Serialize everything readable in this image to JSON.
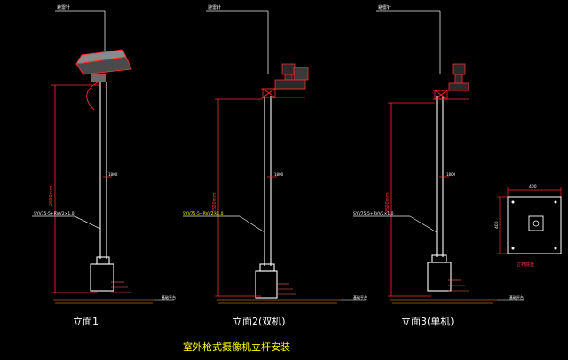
{
  "elevations": [
    {
      "caption": "立面1",
      "top_label": "避雷针",
      "height_label": "2500mm",
      "dim_label": "1800",
      "cable_label": "SYV75-5+RVV2×1.0",
      "cable_label_color": "#ffffff",
      "ground_label": "基础平台"
    },
    {
      "caption": "立面2(双机)",
      "top_label": "避雷针",
      "height_label": "2500mm",
      "dim_label": "1800",
      "cable_label": "SYV75-5+RVV2×1.0",
      "cable_label_color": "#ffff00",
      "ground_label": "基础平台"
    },
    {
      "caption": "立面3(单机)",
      "top_label": "避雷针",
      "height_label": "2500mm",
      "dim_label": "1800",
      "cable_label": "SYV75-5+RVV2×1.0",
      "cable_label_color": "#ffffff",
      "ground_label": "基础平台"
    }
  ],
  "base_plate": {
    "width_label": "400",
    "height_label": "400",
    "caption": "立杆底盘"
  },
  "main_title": "室外枪式摄像机立杆安装",
  "colors": {
    "background": "#000000",
    "pole": "#ffffff",
    "dimension": "#ff2b2b",
    "ground": "#b5651d",
    "leader": "#e8e8e8",
    "hatch": "#ff6b6b",
    "caption": "#ffffff"
  }
}
